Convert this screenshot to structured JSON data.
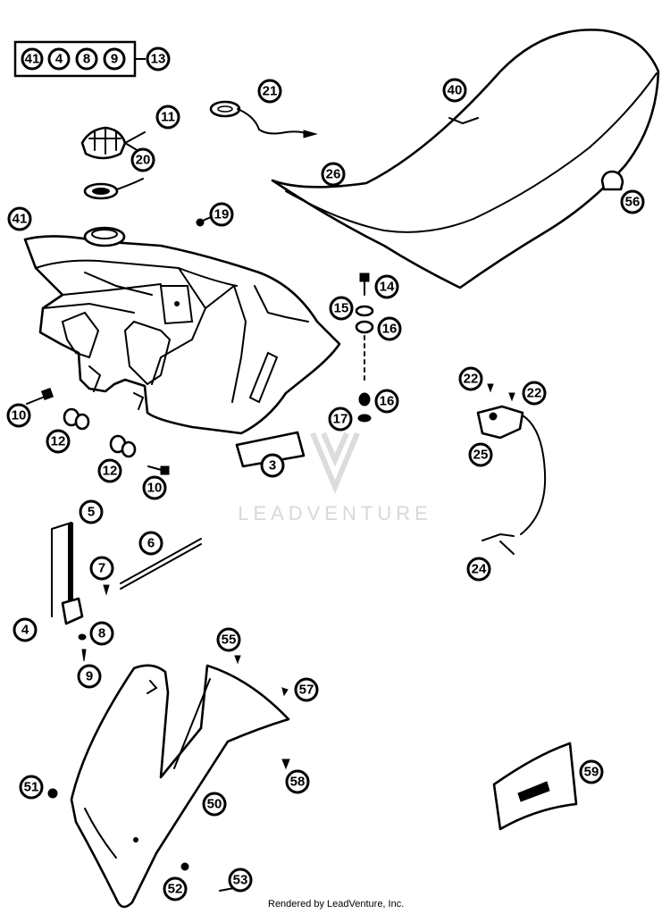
{
  "watermark": {
    "text": "LEADVENTURE"
  },
  "footer": {
    "text": "Rendered by LeadVenture, Inc."
  },
  "kit_box": {
    "items": [
      "41",
      "4",
      "8",
      "9"
    ],
    "callout": "13"
  },
  "callouts": {
    "c11": "11",
    "c20": "20",
    "c21": "21",
    "c40": "40",
    "c26": "26",
    "c56a": "56",
    "c41": "41",
    "c19": "19",
    "c14": "14",
    "c15": "15",
    "c16a": "16",
    "c16b": "16",
    "c17": "17",
    "c10a": "10",
    "c12a": "12",
    "c12b": "12",
    "c10b": "10",
    "c3": "3",
    "c22a": "22",
    "c22b": "22",
    "c25": "25",
    "c24": "24",
    "c5": "5",
    "c6": "6",
    "c7": "7",
    "c4": "4",
    "c8": "8",
    "c9": "9",
    "c55": "55",
    "c57": "57",
    "c51": "51",
    "c58": "58",
    "c50": "50",
    "c52": "52",
    "c53": "53",
    "c59": "59"
  }
}
